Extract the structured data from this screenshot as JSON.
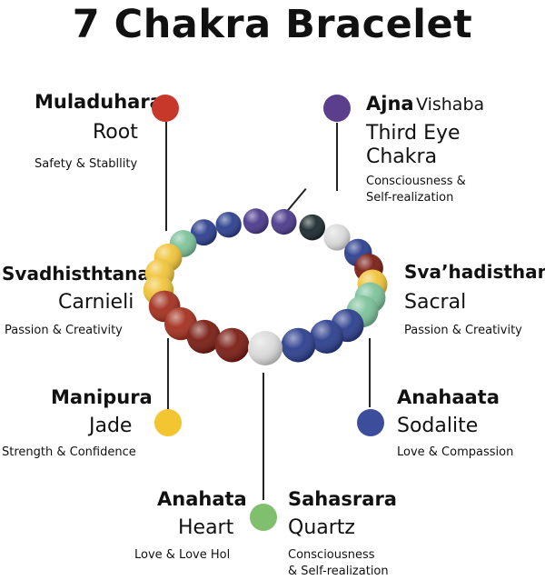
{
  "title": "7 Chakra Bracelet",
  "chakras": [
    {
      "name": "Muladuhara",
      "stone": "Root",
      "desc": "Safety & Stabllity",
      "color": "#c8382a"
    },
    {
      "name": "Ajna",
      "extra": "Vishaba",
      "stone": "Third Eye",
      "stone2": "Chakra",
      "desc": "Consciousness &",
      "desc2": "Self-realization",
      "color": "#5b3f8c"
    },
    {
      "name": "Svadhisthtana",
      "stone": "Carnieli",
      "desc": "Passion & Creativity"
    },
    {
      "name": "Sva’hadisthana",
      "stone": "Sacral",
      "desc": "Passion & Creativity"
    },
    {
      "name": "Manipura",
      "stone": "Jade",
      "desc": "Strength & Confidence",
      "color": "#f2c531"
    },
    {
      "name": "Anahaata",
      "stone": "Sodalite",
      "desc": "Love & Compassion",
      "color": "#3c4d9c"
    },
    {
      "name": "Anahata",
      "stone": "Heart",
      "desc": "Love & Love Hol",
      "color": "#7fbf6d"
    },
    {
      "name": "Sahasrara",
      "stone": "Quartz",
      "desc": "Consciousness",
      "desc2": "& Self-realization"
    }
  ],
  "bead_colors": {
    "amethyst": "#4b3a8c",
    "lapis": "#2c3f8e",
    "onyx": "#1c2a2d",
    "quartz": "#dcdcdc",
    "citrine": "#f0c43a",
    "aventurine": "#7cc29a",
    "carnelian": "#a4301f",
    "jasper": "#7a1d14"
  }
}
